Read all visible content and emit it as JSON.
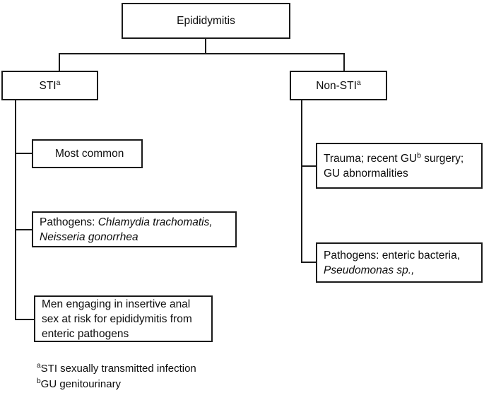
{
  "diagram": {
    "title_node": {
      "label": "Epididymitis"
    },
    "branch_left": {
      "label": "STI",
      "superscript": "a"
    },
    "branch_right": {
      "label": "Non-STI",
      "superscript": "a"
    },
    "left_children": [
      {
        "name": "most-common",
        "text": "Most common"
      },
      {
        "name": "sti-pathogens",
        "text_plain": "Pathogens: ",
        "text_italic": "Chlamydia trachomatis,\nNeisseria gonorrhea"
      },
      {
        "name": "insertive-anal-sex-risk",
        "text": "Men engaging in insertive anal\nsex at risk for epididymitis from\nenteric pathogens"
      }
    ],
    "right_children": [
      {
        "name": "trauma-gu-surgery",
        "line1_pre": "Trauma; recent GU",
        "line1_sup": "b",
        "line1_post": " surgery;",
        "line2": "GU abnormalities"
      },
      {
        "name": "non-sti-pathogens",
        "text_plain": "Pathogens: enteric bacteria,",
        "text_italic": "Pseudomonas sp.,"
      }
    ],
    "footnotes": [
      {
        "marker": "a",
        "text": "STI sexually transmitted infection"
      },
      {
        "marker": "b",
        "text": "GU genitourinary"
      }
    ],
    "colors": {
      "line": "#1a1a1a",
      "text": "#0d0d0d",
      "background": "#ffffff"
    }
  }
}
